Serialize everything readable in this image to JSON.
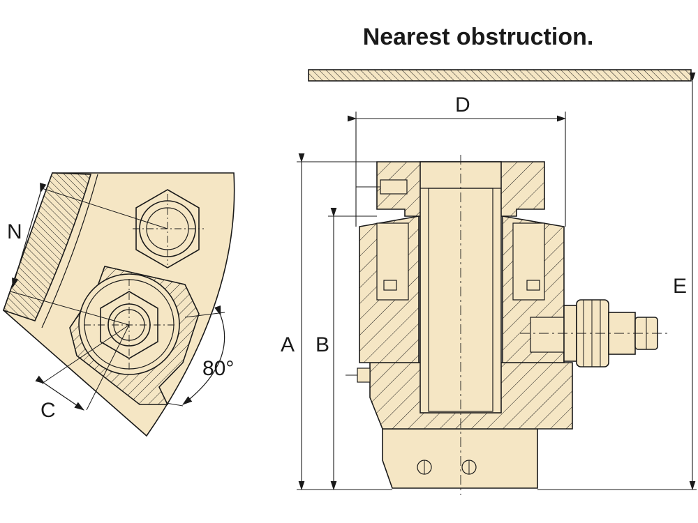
{
  "title": "Nearest obstruction.",
  "labels": {
    "N": "N",
    "C": "C",
    "angle": "80°",
    "A": "A",
    "B": "B",
    "D": "D",
    "E": "E"
  },
  "colors": {
    "fill": "#f5e6c4",
    "line": "#1a1a1a",
    "background": "#ffffff"
  }
}
